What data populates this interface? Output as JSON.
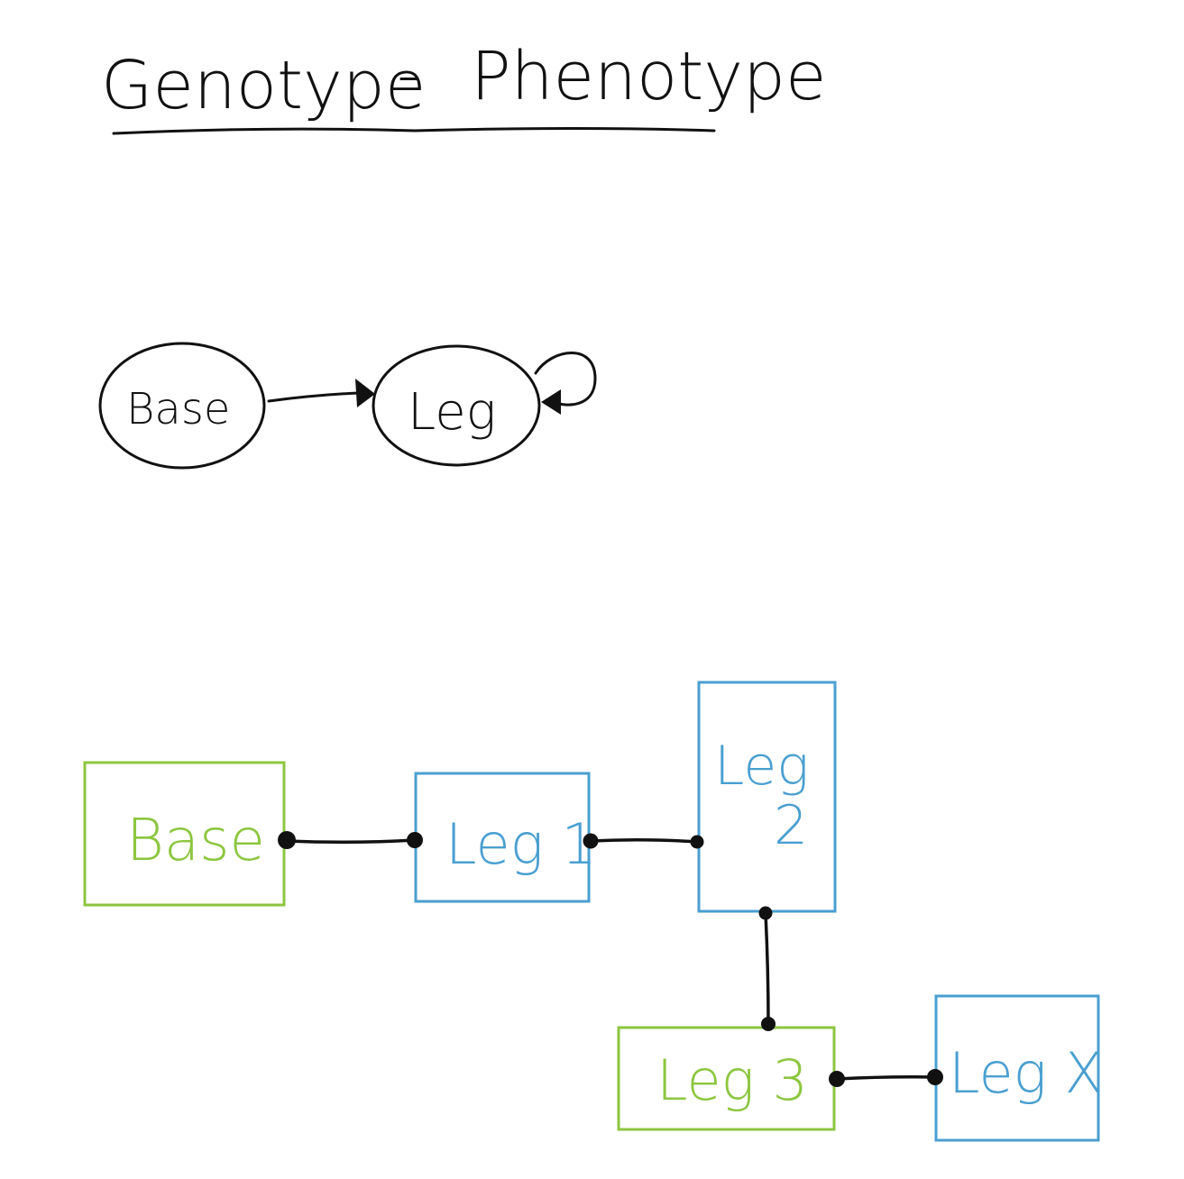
{
  "title": {
    "left": "Genotype",
    "separator": "-",
    "right": "Phenotype"
  },
  "colors": {
    "ink": "#111111",
    "green": "#8cc63f",
    "blue": "#4a9fd0",
    "background": "#ffffff"
  },
  "genotype_graph": {
    "nodes": [
      {
        "id": "base",
        "label": "Base"
      },
      {
        "id": "leg",
        "label": "Leg"
      }
    ],
    "edges": [
      {
        "from": "base",
        "to": "leg"
      },
      {
        "from": "leg",
        "to": "leg"
      }
    ]
  },
  "phenotype_graph": {
    "blocks": [
      {
        "id": "base",
        "label": "Base",
        "color": "green"
      },
      {
        "id": "leg1",
        "label": "Leg 1",
        "color": "blue"
      },
      {
        "id": "leg2_word",
        "label": "Leg",
        "color": "blue"
      },
      {
        "id": "leg2_num",
        "label": "2",
        "color": "blue"
      },
      {
        "id": "leg3",
        "label": "Leg 3",
        "color": "green"
      },
      {
        "id": "legx",
        "label": "Leg X",
        "color": "blue"
      }
    ],
    "connections": [
      {
        "from": "base",
        "to": "leg1"
      },
      {
        "from": "leg1",
        "to": "leg2"
      },
      {
        "from": "leg2",
        "to": "leg3"
      },
      {
        "from": "leg3",
        "to": "legx"
      }
    ]
  }
}
